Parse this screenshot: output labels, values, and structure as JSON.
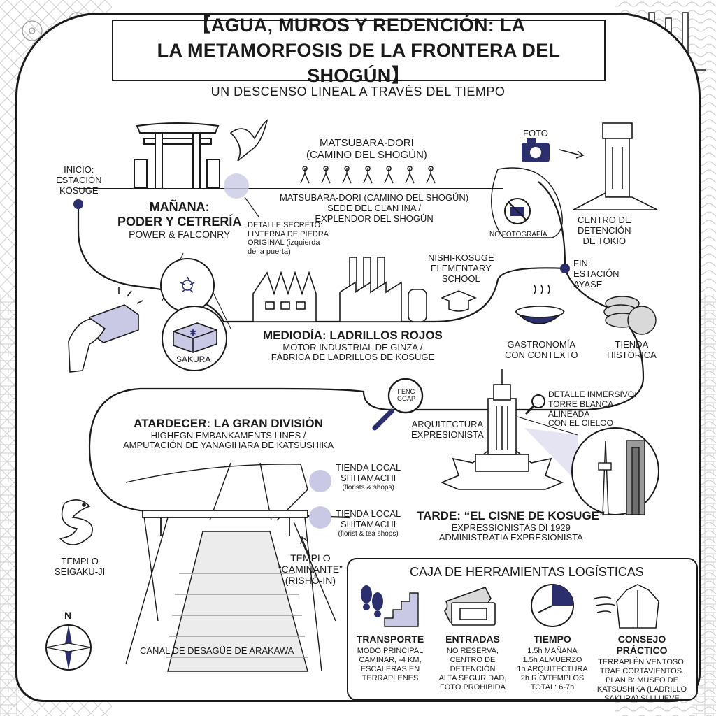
{
  "title": {
    "line1": "【AGUA, MUROS Y REDENCIÓN: LA",
    "line2": "LA METAMORFOSIS DE LA FRONTERA DEL SHOGÚN】"
  },
  "subtitle": "UN DESCENSO LINEAL A TRAVÉS DEL TIEMPO",
  "start": {
    "line1": "INICIO:",
    "line2": "ESTACIÓN",
    "line3": "KOSUGE"
  },
  "end": {
    "line1": "FIN:",
    "line2": "ESTACIÓN",
    "line3": "AYASE"
  },
  "morning": {
    "road_title_1": "MATSUBARA-DORI",
    "road_title_2": "(CAMINO DEL SHOGÚN)",
    "road_caption_1": "MATSUBARA-DORI (CAMINO DEL SHOGÚN)",
    "road_caption_2": "SEDE DEL CLAN INA /",
    "road_caption_3": "EXPLENDOR DEL SHOGÚN",
    "heading_1": "MAÑANA:",
    "heading_2": "PODER Y CETRERÍA",
    "heading_3": "POWER & FALCONRY",
    "secret_1": "DETALLE SECRETO:",
    "secret_2": "LINTERNA DE PIEDRA",
    "secret_3": "ORIGINAL (izquierda",
    "secret_4": "de la puerta)"
  },
  "photo": {
    "label": "FOTO",
    "no_photo": "NO FOTOGRAFÍA"
  },
  "detention": {
    "line1": "CENTRO DE",
    "line2": "DETENCIÓN",
    "line3": "DE TOKIO"
  },
  "school": {
    "line1": "NISHI-KOSUGE",
    "line2": "ELEMENTARY",
    "line3": "SCHOOL"
  },
  "noon": {
    "heading": "MEDIODÍA: LADRILLOS ROJOS",
    "line1": "MOTOR INDUSTRIAL DE GINZA /",
    "line2": "FÁBRICA DE LADRILLOS DE KOSUGE",
    "brick_label": "SAKURA"
  },
  "food": {
    "line1": "GASTRONOMÍA",
    "line2": "CON CONTEXTO"
  },
  "shop": {
    "line1": "TIENDA",
    "line2": "HISTÓRICA"
  },
  "dusk": {
    "heading": "ATARDECER: LA GRAN DIVISIÓN",
    "line1": "HIGHEGN EMBANKAMENTS LINES /",
    "line2": "AMPUTACIÓN DE YANAGIHARA DE KATSUSHIKA",
    "canal": "CANAL DE DESAGÜE DE ARAKAWA"
  },
  "magnifier": {
    "line1": "FENG",
    "line2": "GGAP"
  },
  "architecture": {
    "line1": "ARQUITECTURA",
    "line2": "EXPRESIONISTA"
  },
  "immersive": {
    "line1": "DETALLE INMERSIVO:",
    "line2": "TORRE BLANCA",
    "line3": "ALINEADA",
    "line4": "CON EL CIELOO"
  },
  "afternoon": {
    "heading": "TARDE: “EL CISNE DE KOSUGE”",
    "line1": "EXPRESSIONISTAS DI 1929",
    "line2": "ADMINISTRATIA EXPRESIONISTA"
  },
  "shop_local_1": {
    "line1": "TIENDA LOCAL",
    "line2": "SHITAMACHI",
    "line3": "(florists & shops)"
  },
  "shop_local_2": {
    "line1": "TIENDA LOCAL",
    "line2": "SHITAMACHI",
    "line3": "(florist & tea shops)"
  },
  "temple_seigaku": {
    "line1": "TEMPLO",
    "line2": "SEIGAKU-JI"
  },
  "temple_walker": {
    "line1": "TEMPLO",
    "line2": "“CAMINANTE”",
    "line3": "(RISHŌ-IN)"
  },
  "compass": {
    "north": "N"
  },
  "toolbox": {
    "title": "CAJA DE HERRAMIENTAS LOGÍSTICAS",
    "transport": {
      "title": "TRANSPORTE",
      "lines": [
        "MODO PRINCIPAL",
        "CAMINAR, -4 KM,",
        "ESCALERAS EN",
        "TERRAPLENES"
      ]
    },
    "tickets": {
      "title": "ENTRADAS",
      "lines": [
        "NO RESERVA,",
        "CENTRO DE DETENCIÓN",
        "ALTA SEGURIDAD,",
        "FOTO PROHIBIDA"
      ]
    },
    "time": {
      "title": "TIEMPO",
      "lines": [
        "1.5h MAÑANA",
        "1.5h ALMUERZO",
        "1h ARQUITECTURA",
        "2h RÍO/TEMPLOS",
        "TOTAL: 6-7h"
      ]
    },
    "tip": {
      "title": "CONSEJO PRÁCTICO",
      "lines": [
        "TERRAPLÉN VENTOSO,",
        "TRAE CORTAVIENTOS.",
        "PLAN B: MUSEO DE",
        "KATSUSHIKA (LADRILLO",
        "SAKURA) SI LLUEVE"
      ]
    }
  },
  "colors": {
    "ink": "#1a1a1a",
    "accent": "#2b2f6e",
    "lavender": "#c9c9e6",
    "pattern": "#bdbdbd"
  }
}
